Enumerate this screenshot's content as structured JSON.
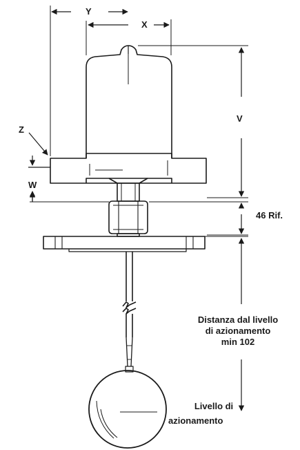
{
  "dimensions": {
    "x": "X",
    "y": "Y",
    "z": "Z",
    "v": "V",
    "w": "W",
    "ref46": "46 Rif."
  },
  "actuation_distance": {
    "line1": "Distanza dal livello",
    "line2": "di azionamento",
    "line3": "min 102"
  },
  "actuation_level": {
    "line1": "Livello di",
    "line2": "azionamento"
  },
  "colors": {
    "ink": "#1a1a1a",
    "background": "#ffffff"
  }
}
